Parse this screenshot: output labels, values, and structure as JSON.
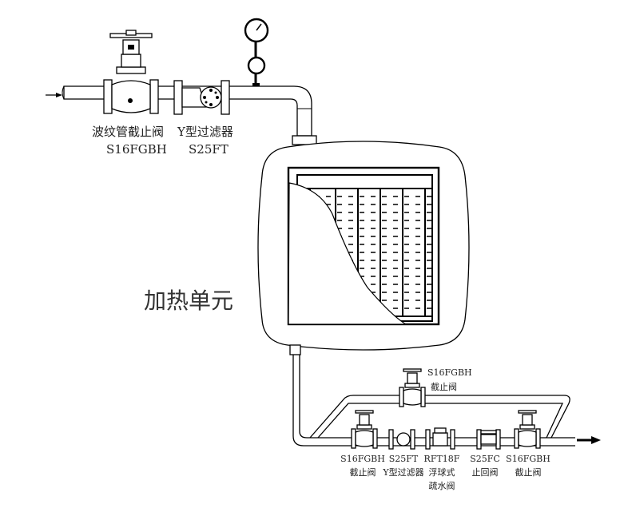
{
  "title": "加热单元",
  "top_line": {
    "valve": {
      "name": "波纹管截止阀",
      "model": "S16FGBH"
    },
    "strainer": {
      "name": "Y型过滤器",
      "model": "S25FT"
    }
  },
  "bypass_valve": {
    "model": "S16FGBH",
    "name": "截止阀"
  },
  "bottom_line": [
    {
      "model": "S16FGBH",
      "name": "截止阀"
    },
    {
      "model": "S25FT",
      "name": "Y型过滤器"
    },
    {
      "model": "RFT18F",
      "name": "浮球式",
      "name2": "疏水阀"
    },
    {
      "model": "S25FC",
      "name": "止回阀"
    },
    {
      "model": "S16FGBH",
      "name": "截止阀"
    }
  ]
}
